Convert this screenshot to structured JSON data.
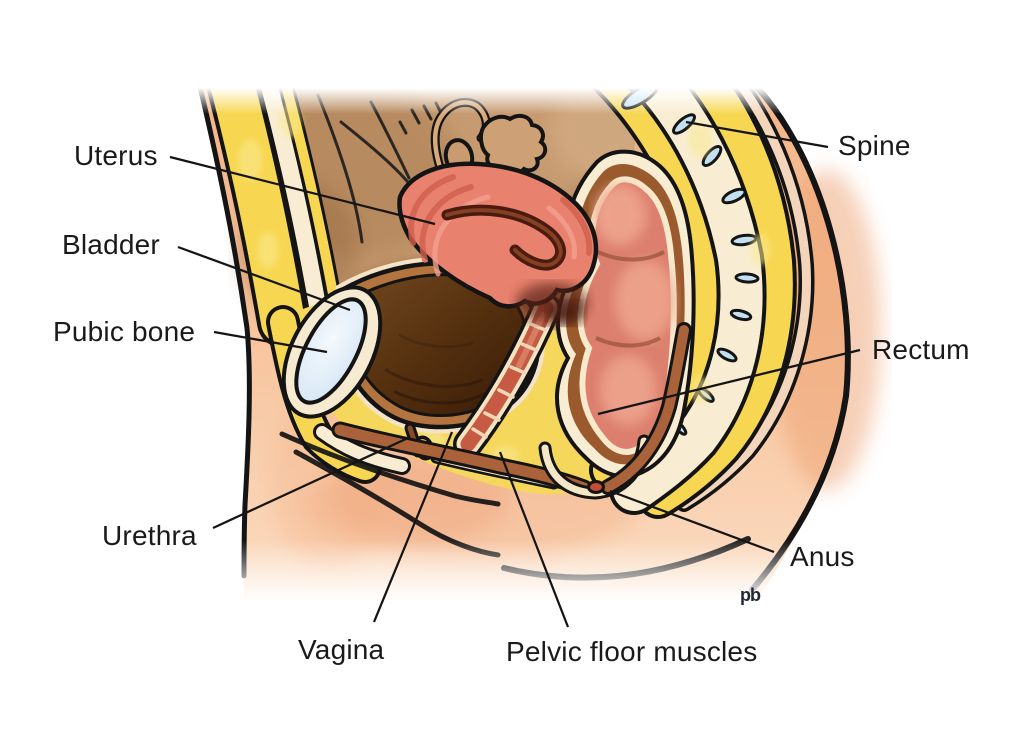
{
  "diagram": {
    "labels": {
      "uterus": "Uterus",
      "bladder": "Bladder",
      "pubic_bone": "Pubic bone",
      "urethra": "Urethra",
      "vagina": "Vagina",
      "pelvic_floor": "Pelvic floor muscles",
      "spine": "Spine",
      "rectum": "Rectum",
      "anus": "Anus"
    },
    "signature": "pb",
    "colors": {
      "background": "#FFFFFF",
      "outline": "#141414",
      "skin": "#F6BD92",
      "fat_yellow": "#F7D752",
      "bone_cream": "#F8EDD2",
      "disc_blue": "#C2E0F2",
      "pubic_bone_blue": "#D8E9F6",
      "cavity_tan": "#C79B71",
      "uterus_coral": "#E8826E",
      "rectum_coral": "#DC7F6E",
      "organ_wall_brown": "#9A5A2D",
      "bladder_brown": "#5E3418",
      "muscle_rust": "#A96239",
      "anus_red": "#C44B35"
    }
  }
}
